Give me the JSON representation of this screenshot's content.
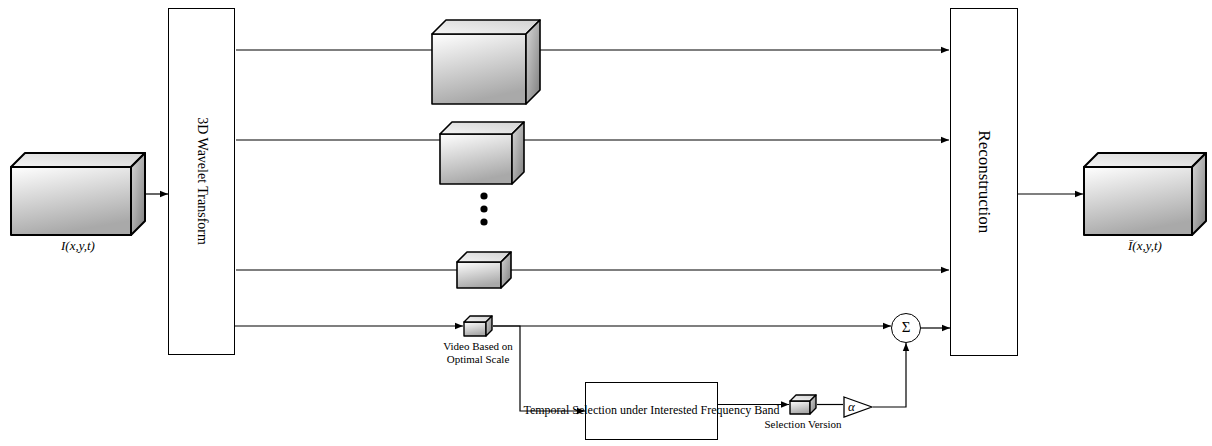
{
  "diagram": {
    "nodes": [
      {
        "text": [
          "I(x,y,t)"
        ]
      },
      {
        "text": [
          "3D Wavelet Transform"
        ]
      },
      {
        "text": [
          "Video Based on Optimal Scale"
        ]
      },
      {
        "text": [
          "Temporal Selection under Interested Frequency Band"
        ]
      },
      {
        "text": [
          "Selection Version"
        ]
      },
      {
        "text": [
          "α"
        ]
      },
      {
        "text": [
          "Σ"
        ]
      },
      {
        "text": [
          "Reconstruction"
        ]
      },
      {
        "text": [
          "Ī(x,y,t)"
        ]
      }
    ],
    "edges": [
      {
        "from": 0,
        "to": 1,
        "arrow": "to"
      },
      {
        "from": 1,
        "to": 2,
        "arrow": "to"
      },
      {
        "from": 2,
        "to": 6,
        "arrow": "to"
      },
      {
        "from": 2,
        "to": 3,
        "arrow": "to"
      },
      {
        "from": 3,
        "to": 4,
        "arrow": "to"
      },
      {
        "from": 4,
        "to": 5,
        "arrow": "none"
      },
      {
        "from": 5,
        "to": 6,
        "arrow": "to"
      },
      {
        "from": 6,
        "to": 7,
        "arrow": "to"
      },
      {
        "from": 7,
        "to": 8,
        "arrow": "to"
      }
    ]
  }
}
